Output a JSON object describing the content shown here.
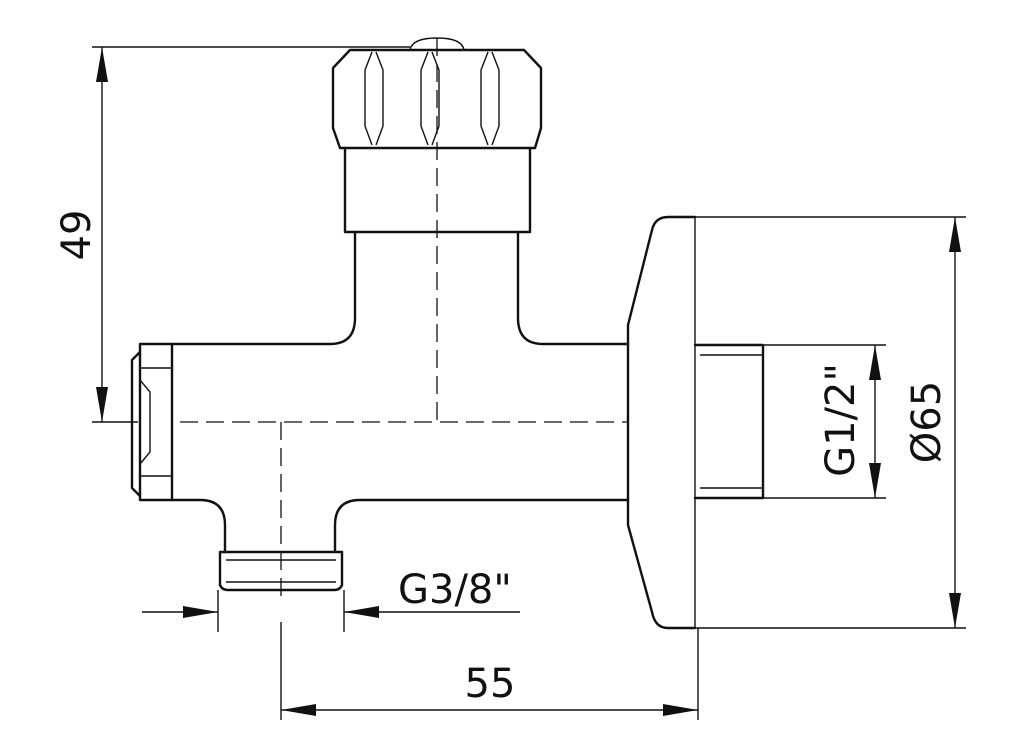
{
  "dimensions": {
    "height_49": "49",
    "thread_outlet": "G3/8\"",
    "depth_55": "55",
    "thread_inlet": "G1/2\"",
    "flange_diameter": "Ø65"
  }
}
